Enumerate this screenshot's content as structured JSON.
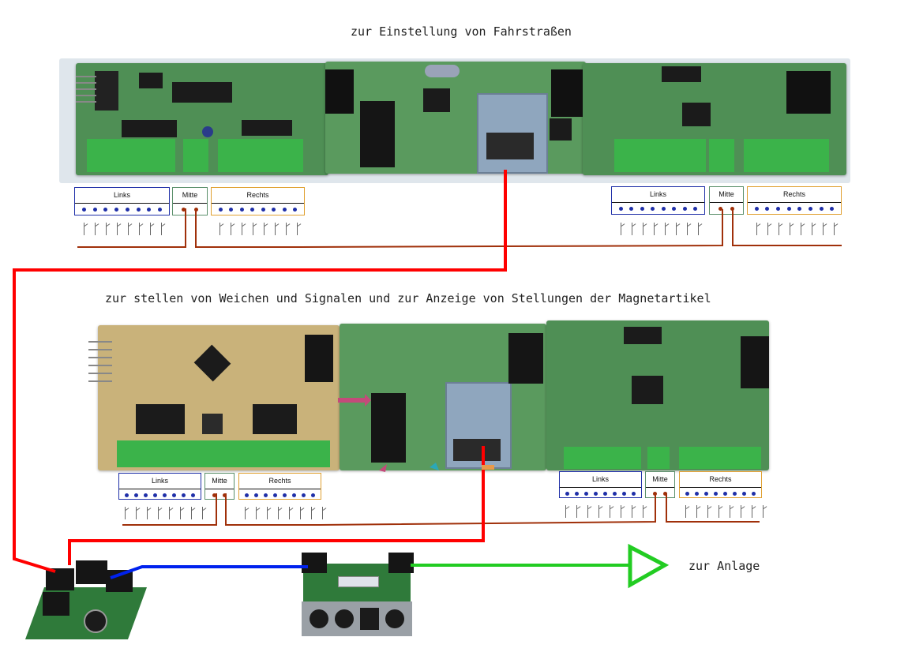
{
  "captions": {
    "top": "zur Einstellung von Fahrstraßen",
    "middle": "zur stellen von Weichen und Signalen und zur Anzeige von Stellungen der Magnetartikel",
    "anlage": "zur Anlage"
  },
  "terminal_labels": {
    "links": "Links",
    "mitte": "Mitte",
    "rechts": "Rechts"
  },
  "colors": {
    "bus_cable": "#ff0000",
    "data_cable": "#0022ee",
    "output_arrow": "#22cc22",
    "ground_wire": "#a0300a",
    "links_border": "#1f2fa8",
    "mitte_border": "#5a8f6a",
    "rechts_border": "#e0a030",
    "pcb_green": "#4f8f55",
    "pcb_tan": "#c9b27a",
    "terminal_green": "#3bb34a"
  }
}
